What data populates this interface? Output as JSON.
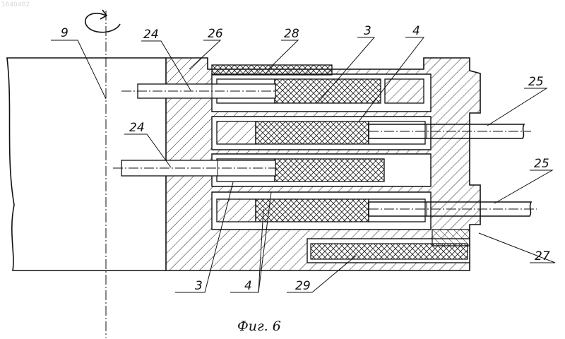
{
  "watermark": "1640482",
  "caption": "Фиг. 6",
  "labels": {
    "l9": "9",
    "l24a": "24",
    "l26": "26",
    "l28": "28",
    "l3a": "3",
    "l4a": "4",
    "l25a": "25",
    "l24b": "24",
    "l25b": "25",
    "l27": "27",
    "l3b": "3",
    "l4b": "4",
    "l29": "29"
  }
}
